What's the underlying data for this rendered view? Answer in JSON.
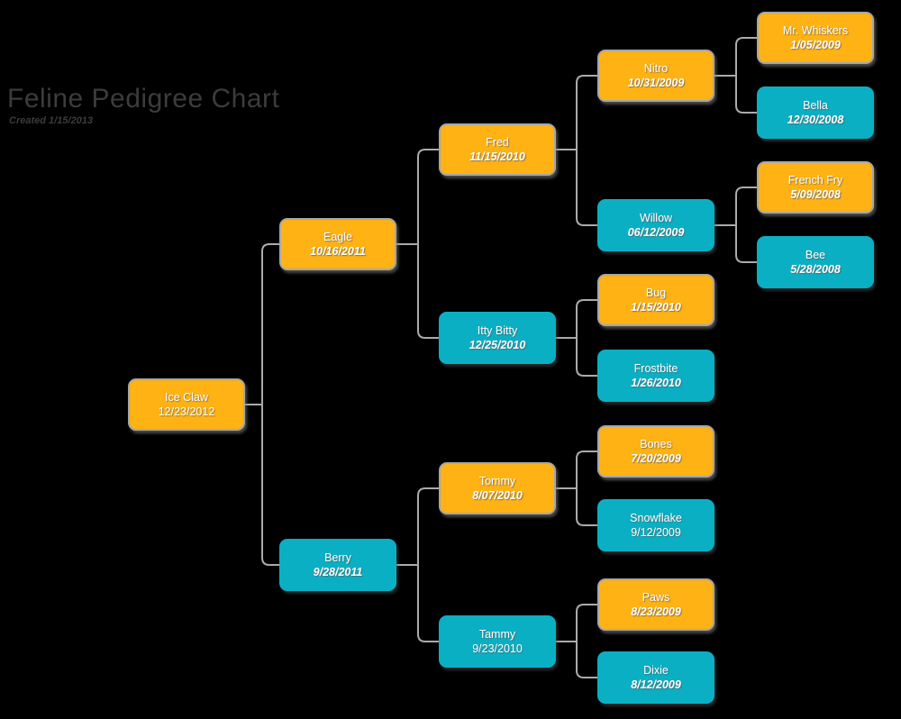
{
  "title": {
    "text": "Feline Pedigree Chart",
    "subtitle": "Created 1/15/2013"
  },
  "colors": {
    "sire_box": "#FFB213",
    "dam_box": "#0BAFC4",
    "sire_box_border": "#A7A7A7",
    "connector_line": "#ABABAB",
    "box_text": "#FFFFFF",
    "title_text": "#3C3C3C",
    "background": "#000000"
  },
  "nodes": {
    "ice_claw": {
      "name": "Ice Claw",
      "date": "12/23/2012",
      "variant": "orange",
      "date_italic": false
    },
    "eagle": {
      "name": "Eagle",
      "date": "10/16/2011",
      "variant": "orange",
      "date_italic": true
    },
    "berry": {
      "name": "Berry",
      "date": "9/28/2011",
      "variant": "teal",
      "date_italic": true
    },
    "fred": {
      "name": "Fred",
      "date": "11/15/2010",
      "variant": "orange",
      "date_italic": true
    },
    "itty_bitty": {
      "name": "Itty Bitty",
      "date": "12/25/2010",
      "variant": "teal",
      "date_italic": true
    },
    "tommy": {
      "name": "Tommy",
      "date": "8/07/2010",
      "variant": "orange",
      "date_italic": true
    },
    "tammy": {
      "name": "Tammy",
      "date": "9/23/2010",
      "variant": "teal",
      "date_italic": false
    },
    "nitro": {
      "name": "Nitro",
      "date": "10/31/2009",
      "variant": "orange",
      "date_italic": true
    },
    "willow": {
      "name": "Willow",
      "date": "06/12/2009",
      "variant": "teal",
      "date_italic": true
    },
    "bug": {
      "name": "Bug",
      "date": "1/15/2010",
      "variant": "orange",
      "date_italic": true
    },
    "frostbite": {
      "name": "Frostbite",
      "date": "1/26/2010",
      "variant": "teal",
      "date_italic": true
    },
    "bones": {
      "name": "Bones",
      "date": "7/20/2009",
      "variant": "orange",
      "date_italic": true
    },
    "snowflake": {
      "name": "Snowflake",
      "date": "9/12/2009",
      "variant": "teal",
      "date_italic": false
    },
    "paws": {
      "name": "Paws",
      "date": "8/23/2009",
      "variant": "orange",
      "date_italic": true
    },
    "dixie": {
      "name": "Dixie",
      "date": "8/12/2009",
      "variant": "teal",
      "date_italic": true
    },
    "mr_whiskers": {
      "name": "Mr. Whiskers",
      "date": "1/05/2009",
      "variant": "orange",
      "date_italic": true
    },
    "bella": {
      "name": "Bella",
      "date": "12/30/2008",
      "variant": "teal",
      "date_italic": true
    },
    "french_fry": {
      "name": "French Fry",
      "date": "5/09/2008",
      "variant": "orange",
      "date_italic": true
    },
    "bee": {
      "name": "Bee",
      "date": "5/28/2008",
      "variant": "teal",
      "date_italic": true
    }
  },
  "edges": [
    {
      "parent": "ice_claw",
      "children": [
        "eagle",
        "berry"
      ]
    },
    {
      "parent": "eagle",
      "children": [
        "fred",
        "itty_bitty"
      ]
    },
    {
      "parent": "berry",
      "children": [
        "tommy",
        "tammy"
      ]
    },
    {
      "parent": "fred",
      "children": [
        "nitro",
        "willow"
      ]
    },
    {
      "parent": "itty_bitty",
      "children": [
        "bug",
        "frostbite"
      ]
    },
    {
      "parent": "tommy",
      "children": [
        "bones",
        "snowflake"
      ]
    },
    {
      "parent": "tammy",
      "children": [
        "paws",
        "dixie"
      ]
    },
    {
      "parent": "nitro",
      "children": [
        "mr_whiskers",
        "bella"
      ]
    },
    {
      "parent": "willow",
      "children": [
        "french_fry",
        "bee"
      ]
    }
  ]
}
